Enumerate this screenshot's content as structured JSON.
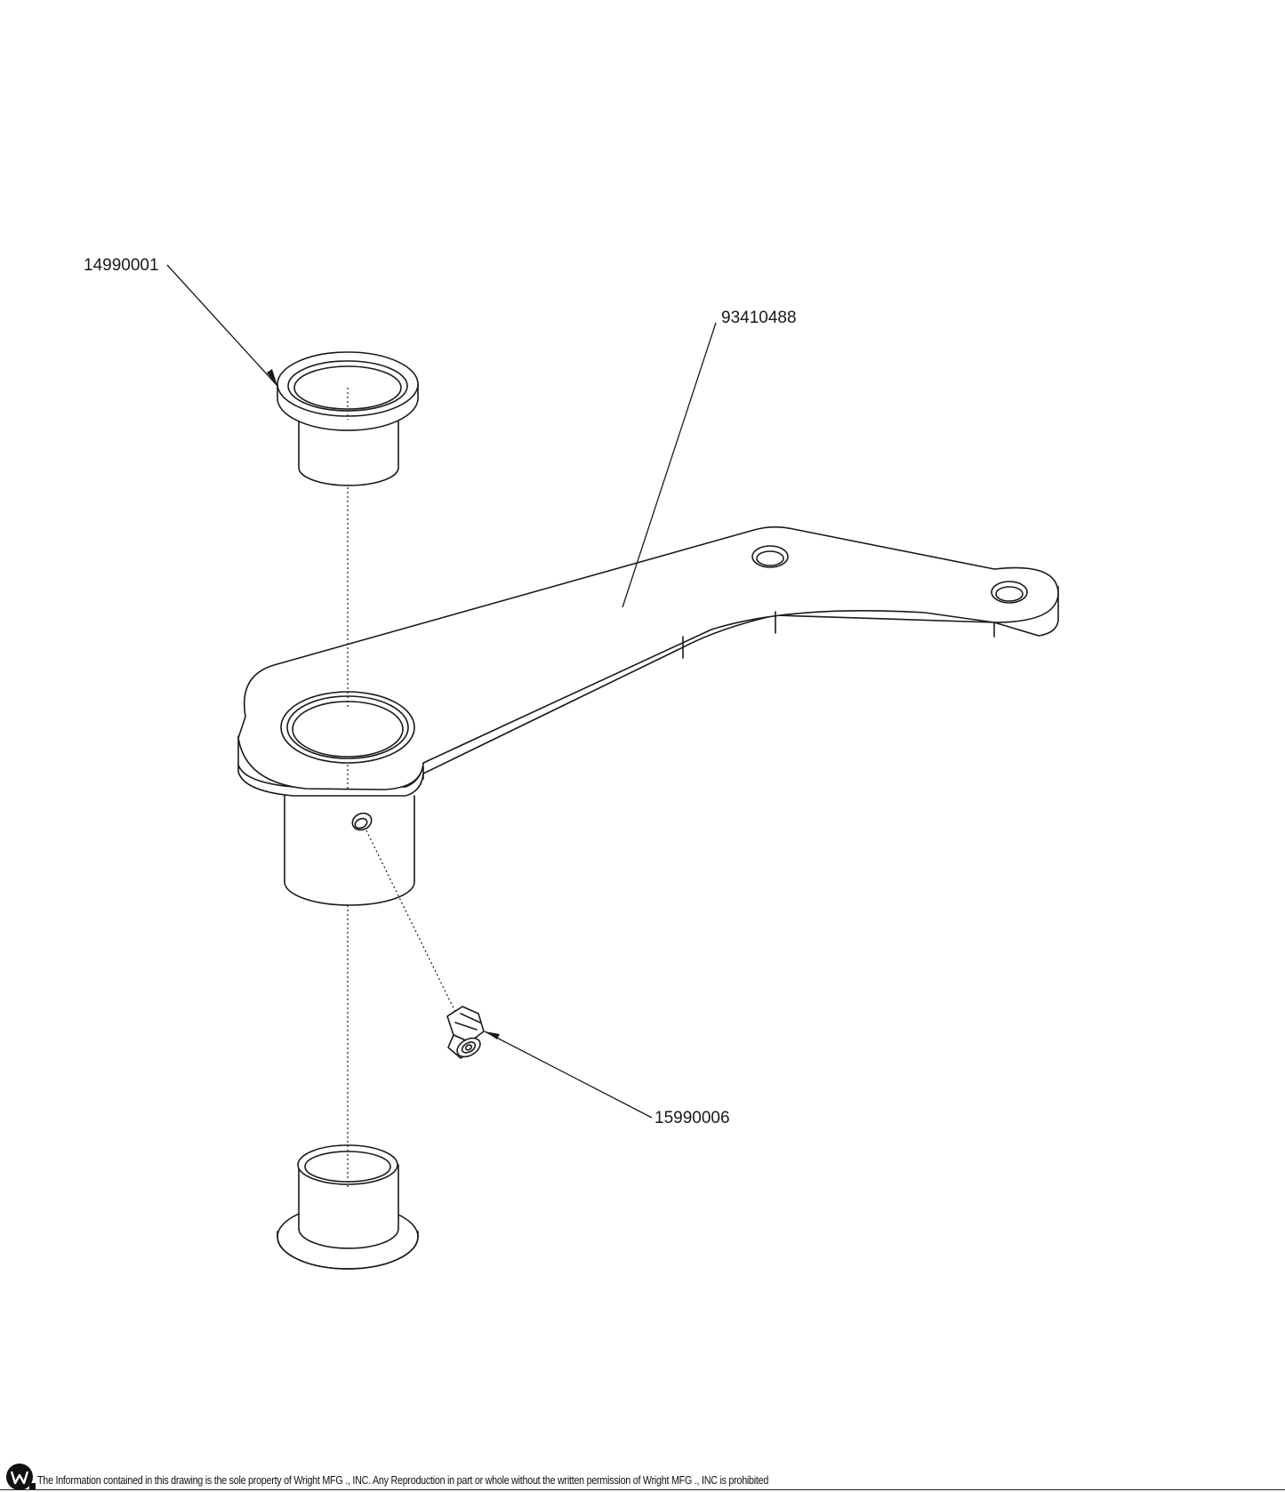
{
  "callouts": {
    "upper_bushing": "14990001",
    "arm": "93410488",
    "grease_fitting": "15990006"
  },
  "footer": {
    "notice": "The Information contained in this drawing is the sole property of Wright MFG ., INC. Any Reproduction in part or whole without the written permission of Wright MFG ., INC is prohibited"
  },
  "colors": {
    "line": "#1a1a1a",
    "background": "#ffffff"
  },
  "icons": {
    "brand_logo": "wright-logo-icon"
  }
}
